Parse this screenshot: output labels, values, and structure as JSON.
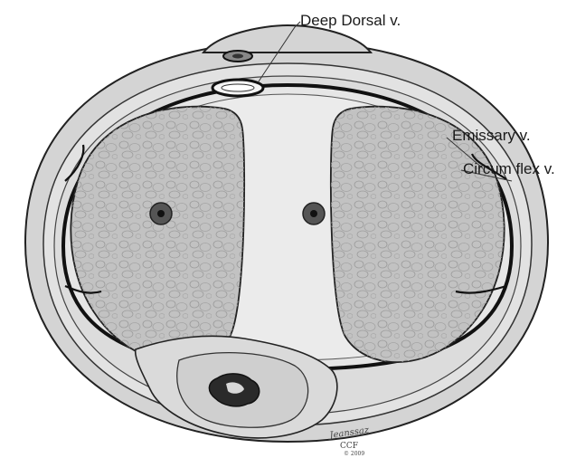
{
  "labels": {
    "deep_dorsal": "Deep Dorsal v.",
    "emissary": "Emissary v.",
    "circumflex": "Circum flex v."
  },
  "signature": {
    "name": "Jeanssaz",
    "org": "CCF",
    "year": "© 2009"
  },
  "colors": {
    "background": "#ffffff",
    "skin_fill": "#d4d4d4",
    "fascia_fill": "#e2e2e2",
    "tunica_fill": "#e6e6e6",
    "body_fill": "#c2c2c2",
    "outline": "#222222",
    "vein": "#111111"
  }
}
